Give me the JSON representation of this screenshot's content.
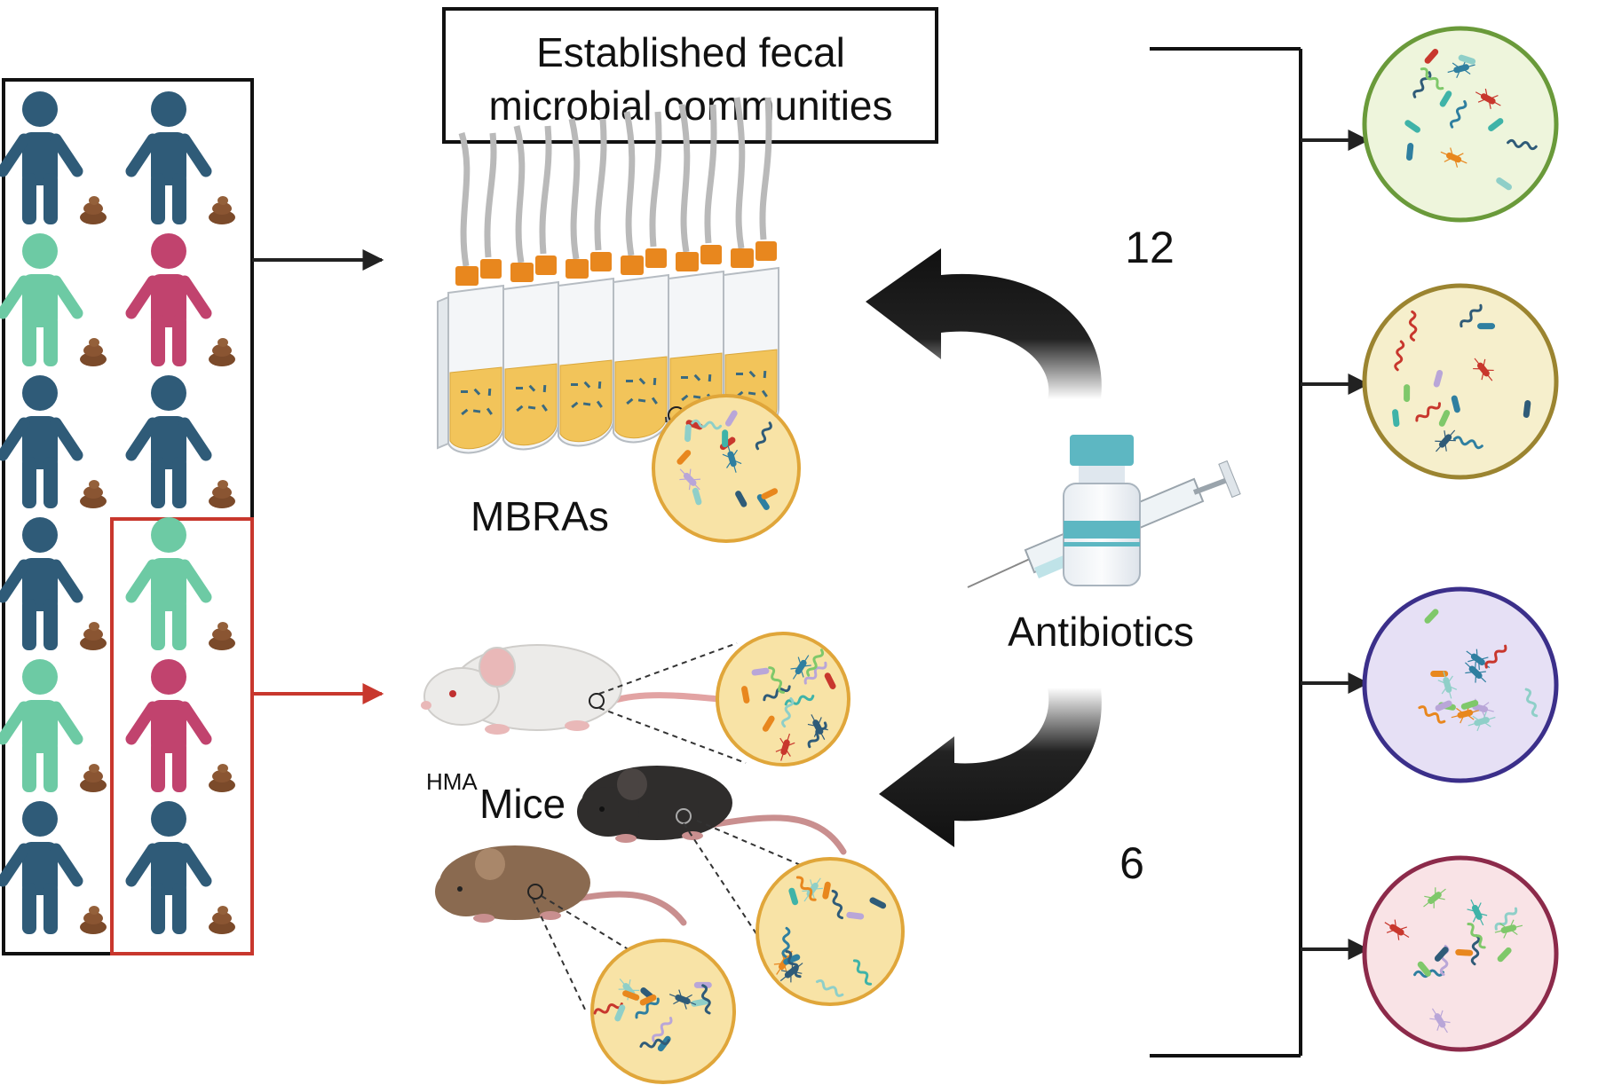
{
  "title": {
    "line1": "Established fecal",
    "line2": "microbial communities"
  },
  "labels": {
    "mbras": "MBRAs",
    "mice_superscript": "HMA",
    "mice": "Mice",
    "antibiotics": "Antibiotics",
    "count_top": "12",
    "count_bottom": "6"
  },
  "donors": {
    "rows": [
      [
        "#2f5b78",
        "#2f5b78"
      ],
      [
        "#6dcaa4",
        "#c1436e"
      ],
      [
        "#2f5b78",
        "#2f5b78"
      ],
      [
        "#2f5b78",
        "#6dcaa4"
      ],
      [
        "#6dcaa4",
        "#c1436e"
      ],
      [
        "#2f5b78",
        "#2f5b78"
      ]
    ]
  },
  "colors": {
    "donor_box": "#111111",
    "selected_box": "#c8372d",
    "broth": "#f2c45a",
    "cap": "#e8871e",
    "petri_fill": "#f8e3a6",
    "petri_border": "#e0a63a"
  },
  "outcome_circles": [
    {
      "border": "#6a9a3a",
      "fill": "#eef5dc"
    },
    {
      "border": "#9b8430",
      "fill": "#f6efcc"
    },
    {
      "border": "#3b2f8a",
      "fill": "#e6e0f5"
    },
    {
      "border": "#8c2a4a",
      "fill": "#f9e3e6"
    }
  ]
}
